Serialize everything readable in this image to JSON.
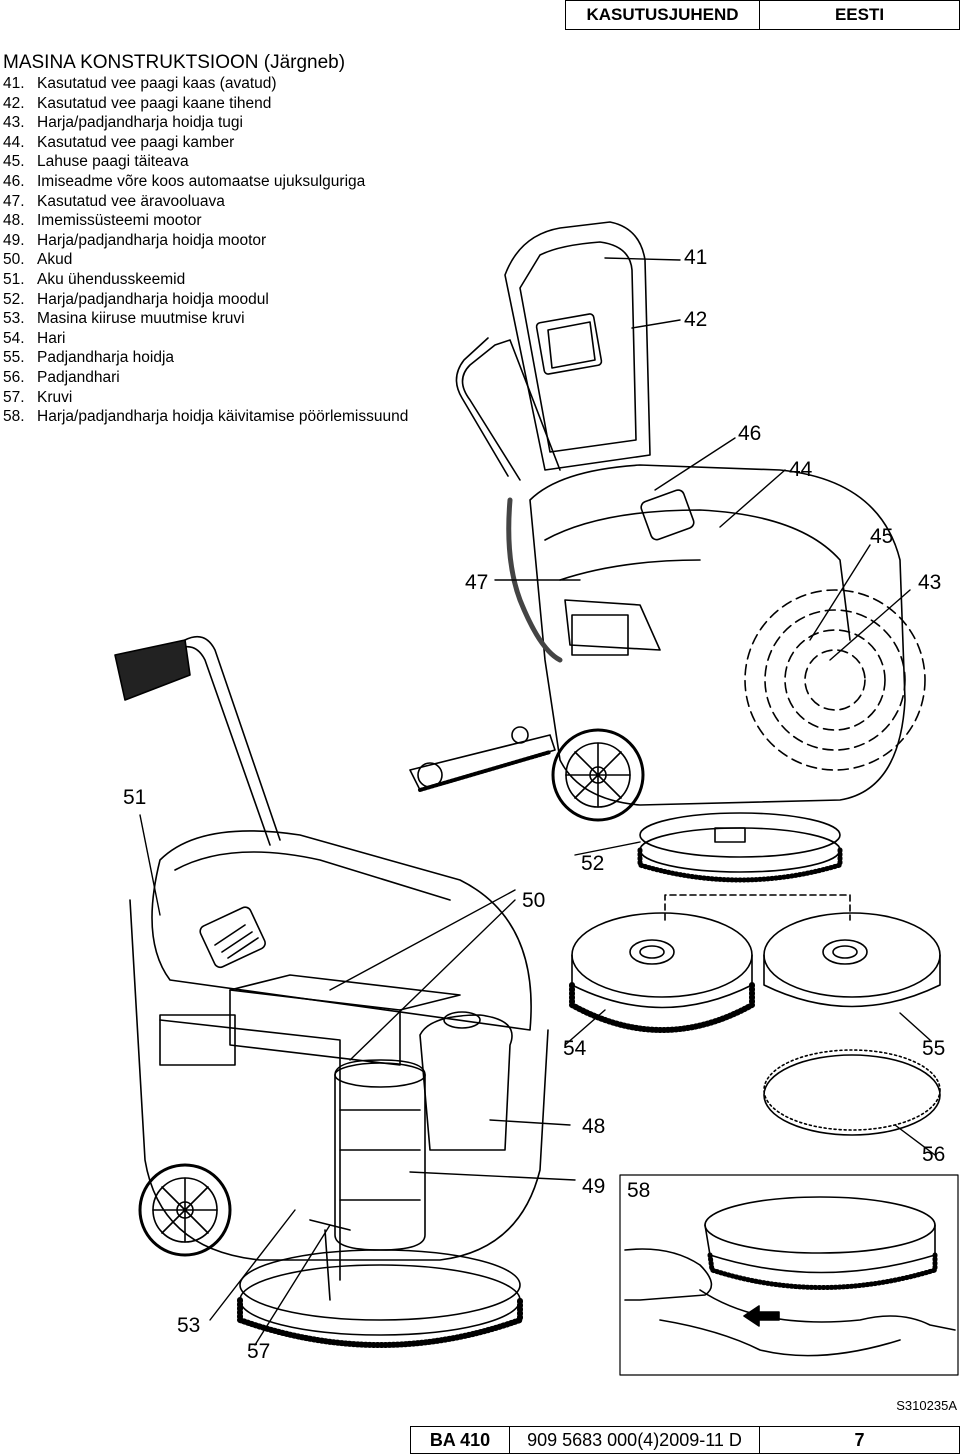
{
  "header": {
    "doc_type": "KASUTUSJUHEND",
    "language": "EESTI"
  },
  "section_title": "MASINA KONSTRUKTSIOON (Järgneb)",
  "parts": [
    {
      "num": "41.",
      "label": "Kasutatud vee paagi kaas (avatud)"
    },
    {
      "num": "42.",
      "label": "Kasutatud vee paagi kaane tihend"
    },
    {
      "num": "43.",
      "label": "Harja/padjandharja hoidja tugi"
    },
    {
      "num": "44.",
      "label": "Kasutatud vee paagi kamber"
    },
    {
      "num": "45.",
      "label": "Lahuse paagi täiteava"
    },
    {
      "num": "46.",
      "label": "Imiseadme võre koos automaatse ujuksulguriga"
    },
    {
      "num": "47.",
      "label": "Kasutatud vee äravooluava"
    },
    {
      "num": "48.",
      "label": "Imemissüsteemi mootor"
    },
    {
      "num": "49.",
      "label": "Harja/padjandharja hoidja mootor"
    },
    {
      "num": "50.",
      "label": "Akud"
    },
    {
      "num": "51.",
      "label": "Aku ühendusskeemid"
    },
    {
      "num": "52.",
      "label": "Harja/padjandharja hoidja moodul"
    },
    {
      "num": "53.",
      "label": "Masina kiiruse muutmise kruvi"
    },
    {
      "num": "54.",
      "label": "Hari"
    },
    {
      "num": "55.",
      "label": "Padjandharja hoidja"
    },
    {
      "num": "56.",
      "label": "Padjandhari"
    },
    {
      "num": "57.",
      "label": "Kruvi"
    },
    {
      "num": "58.",
      "label": "Harja/padjandharja hoidja käivitamise pöörlemissuund"
    }
  ],
  "callouts": {
    "c41": "41",
    "c42": "42",
    "c43": "43",
    "c44": "44",
    "c45": "45",
    "c46": "46",
    "c47": "47",
    "c48": "48",
    "c49": "49",
    "c50": "50",
    "c51": "51",
    "c52": "52",
    "c53": "53",
    "c54": "54",
    "c55": "55",
    "c56": "56",
    "c57": "57",
    "c58": "58"
  },
  "figure_code": "S310235A",
  "footer": {
    "model": "BA 410",
    "doc_number": "909 5683 000(4)2009-11 D",
    "page": "7"
  }
}
